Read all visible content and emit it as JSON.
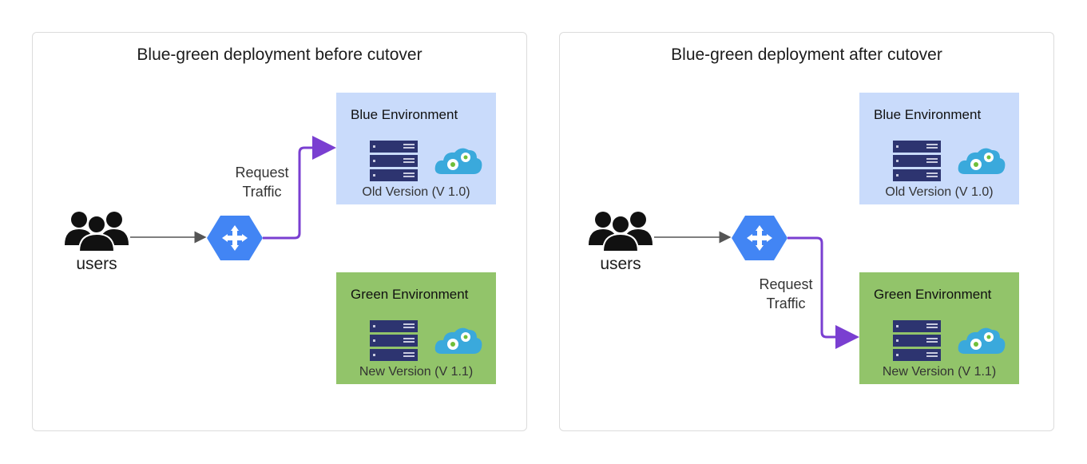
{
  "left_panel": {
    "title": "Blue-green deployment before cutover",
    "users_label": "users",
    "traffic_label_line1": "Request",
    "traffic_label_line2": "Traffic",
    "blue_env": {
      "title": "Blue Environment",
      "version": "Old Version (V 1.0)"
    },
    "green_env": {
      "title": "Green Environment",
      "version": "New Version (V 1.1)"
    }
  },
  "right_panel": {
    "title": "Blue-green deployment after cutover",
    "users_label": "users",
    "traffic_label_line1": "Request",
    "traffic_label_line2": "Traffic",
    "blue_env": {
      "title": "Blue Environment",
      "version": "Old Version (V 1.0)"
    },
    "green_env": {
      "title": "Green Environment",
      "version": "New Version (V 1.1)"
    }
  },
  "colors": {
    "blue_env": "#c9dbfb",
    "green_env": "#92c46a",
    "traffic_arrow": "#7a3fd1",
    "user_arrow": "#555555",
    "load_balancer": "#4285f4",
    "server": "#2d3470",
    "cloud": "#3aa9dc"
  },
  "icons": [
    "users-icon",
    "load-balancer-icon",
    "server-icon",
    "cloud-gears-icon"
  ]
}
